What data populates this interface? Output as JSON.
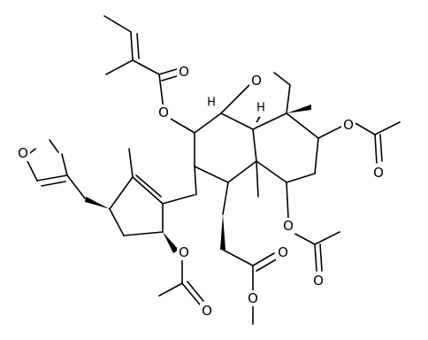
{
  "atoms": {
    "ring_oxygen": "O",
    "ester_oxygen_upper": "O",
    "ester_carbonyl_upper": "O",
    "acetate_right_o1": "O",
    "acetate_right_o2": "O",
    "acetate_lower_o1": "O",
    "acetate_lower_o2": "O",
    "methyl_ester_o1": "O",
    "methyl_ester_o2": "O",
    "cyclopentene_acetate_o1": "O",
    "cyclopentene_acetate_o2": "O",
    "furan_oxygen": "O",
    "stereo_h_left": "H",
    "stereo_h_right": "H"
  }
}
